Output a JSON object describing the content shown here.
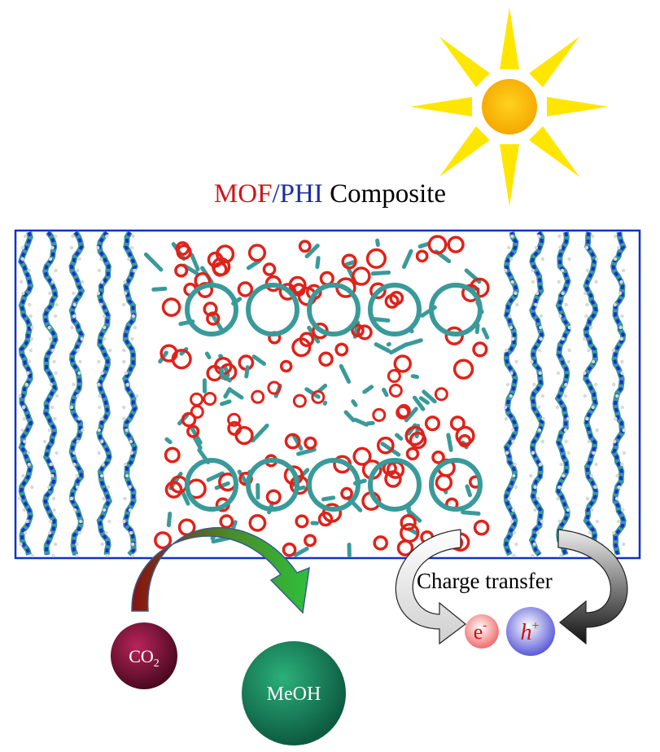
{
  "title": {
    "mof": "MOF",
    "slash": "/",
    "phi": "PHI",
    "rest": " Composite"
  },
  "charge_transfer_label": "Charge transfer",
  "co2": {
    "main": "CO",
    "sub": "2"
  },
  "meoh": "MeOH",
  "electron": {
    "main": "e",
    "sup": "-"
  },
  "hole": {
    "main": "h",
    "sup": "+"
  },
  "colors": {
    "mof_red": "#d0151b",
    "phi_blue": "#1b2ea3",
    "frame_blue": "#1030c8",
    "carbon_teal": "#3a9a9a",
    "nitrogen_blue": "#1a2fd0",
    "oxygen_red": "#e0221a",
    "sun_core": "#f7b500",
    "sun_ray": "#ffe600"
  }
}
